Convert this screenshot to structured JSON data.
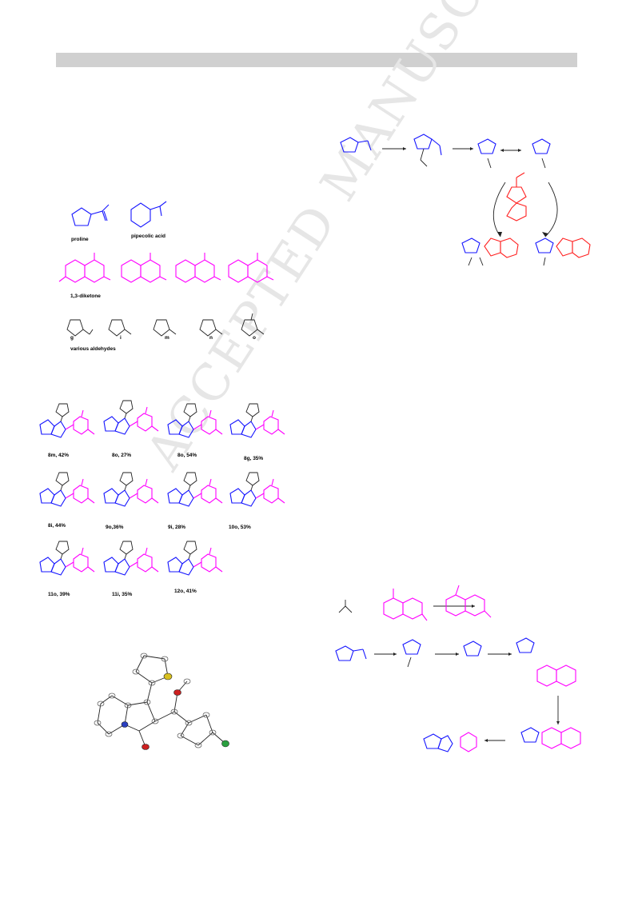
{
  "watermark": "ACCEPTED MANUSCRIPT",
  "reactants": {
    "proline": "proline",
    "pipecolic": "pipecolic acid",
    "diketone": "1,3-diketone",
    "aldehydes": "various aldehydes",
    "letters": [
      "g",
      "i",
      "m",
      "n",
      "o"
    ]
  },
  "products": [
    {
      "label": "8m, 42%"
    },
    {
      "label": "8o, 27%"
    },
    {
      "label": "8o, 54%"
    },
    {
      "label": "8g, 35%"
    },
    {
      "label": "8i, 44%"
    },
    {
      "label": "9o,36%"
    },
    {
      "label": "9i, 28%"
    },
    {
      "label": "10o, 53%"
    },
    {
      "label": "11o, 39%"
    },
    {
      "label": "11i, 35%"
    },
    {
      "label": "12o, 41%"
    }
  ],
  "colors": {
    "blue": "#1414ff",
    "magenta": "#ff00ff",
    "red": "#ff2020",
    "header": "#d0d0d0"
  }
}
